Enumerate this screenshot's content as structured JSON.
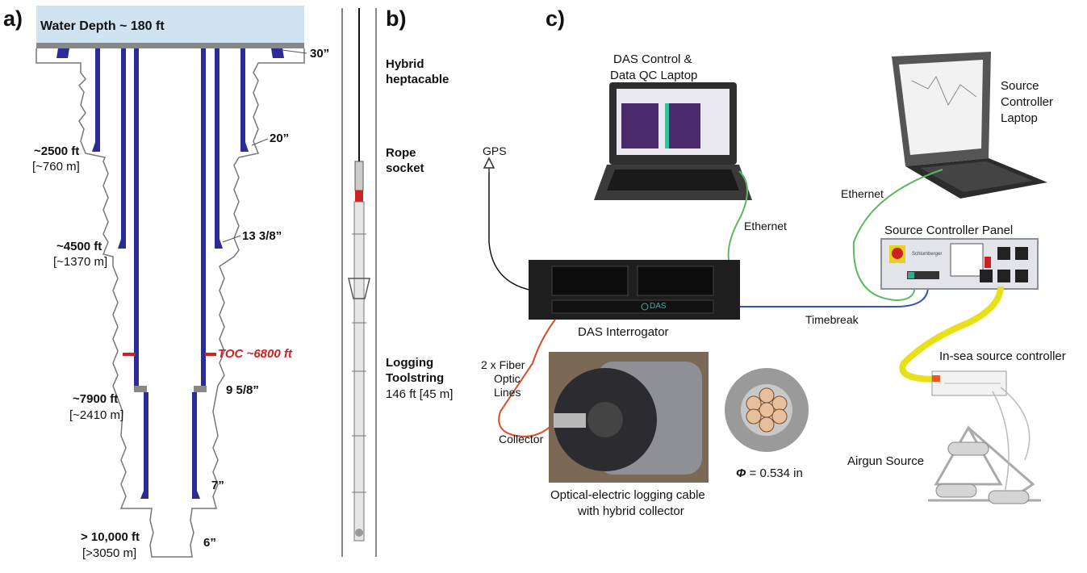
{
  "panel_a": {
    "letter": "a)",
    "water_depth": "Water Depth ~ 180 ft",
    "casings": [
      {
        "size": "30”"
      },
      {
        "size": "20”"
      },
      {
        "size": "13 3/8”"
      },
      {
        "size": "9 5/8”"
      },
      {
        "size": "7”"
      },
      {
        "size": "6”"
      }
    ],
    "depths": [
      {
        "ft": "~2500 ft",
        "m": "[~760 m]"
      },
      {
        "ft": "~4500 ft",
        "m": "[~1370 m]"
      },
      {
        "ft": "~7900 ft",
        "m": "[~2410 m]"
      },
      {
        "ft": "> 10,000 ft",
        "m": "[>3050 m]"
      }
    ],
    "toc": "TOC ~6800 ft",
    "colors": {
      "water": "#cfe3f0",
      "casing": "#2b2b9a",
      "cement_top": "#cc2222",
      "shoe": "#888888"
    }
  },
  "panel_b": {
    "letter": "b)",
    "hybrid_line1": "Hybrid",
    "hybrid_line2": "heptacable",
    "rope_line1": "Rope",
    "rope_line2": "socket",
    "logging_line1": "Logging",
    "logging_line2": "Toolstring",
    "logging_len": "146 ft [45 m]"
  },
  "panel_c": {
    "letter": "c)",
    "das_laptop_line1": "DAS Control &",
    "das_laptop_line2": "Data QC Laptop",
    "src_laptop_line1": "Source",
    "src_laptop_line2": "Controller",
    "src_laptop_line3": "Laptop",
    "gps": "GPS",
    "ethernet1": "Ethernet",
    "ethernet2": "Ethernet",
    "panel_title": "Source Controller Panel",
    "interrogator": "DAS Interrogator",
    "das_badge": "DAS",
    "timebreak": "Timebreak",
    "fiber_line1": "2 x Fiber",
    "fiber_line2": "Optic",
    "fiber_line3": "Lines",
    "collector": "Collector",
    "inseas": "In-sea source controller",
    "airgun": "Airgun Source",
    "cable_line1": "Optical-electric logging cable",
    "cable_line2": "with hybrid collector",
    "phi_symbol": "Φ",
    "phi_value": "= 0.534 in",
    "panel_brand": "Schlumberger",
    "colors": {
      "ethernet": "#5fb85f",
      "timebreak": "#3355bb",
      "fiber": "#d84a2a",
      "yellow_cable": "#e8e11a",
      "screen": "#4a2a6a"
    }
  }
}
